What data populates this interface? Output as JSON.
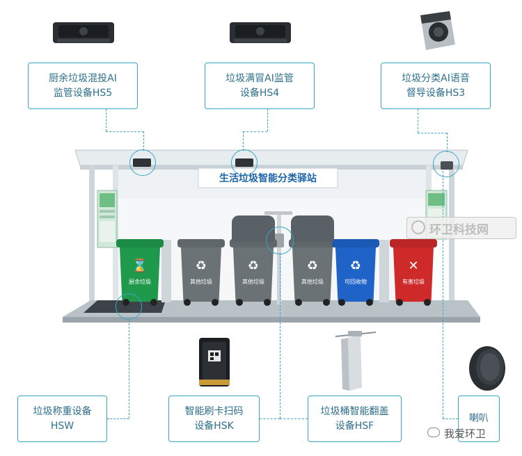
{
  "callouts": {
    "hs5": {
      "line1": "厨余垃圾混投AI",
      "line2": "监管设备HS5"
    },
    "hs4": {
      "line1": "垃圾满冒AI监管",
      "line2": "设备HS4"
    },
    "hs3": {
      "line1": "垃圾分类AI语音",
      "line2": "督导设备HS3"
    },
    "hsw": {
      "line1": "垃圾称重设备",
      "line2": "HSW"
    },
    "hsk": {
      "line1": "智能刷卡扫码",
      "line2": "设备HSK"
    },
    "hsf": {
      "line1": "垃圾桶智能翻盖",
      "line2": "设备HSF"
    },
    "speaker": {
      "line1": "喇叭"
    }
  },
  "station": {
    "sign": "生活垃圾智能分类驿站"
  },
  "bins": [
    {
      "label": "厨余垃圾",
      "color": "#1f9a4c",
      "icon": "hourglass-icon"
    },
    {
      "label": "其他垃圾",
      "color": "#6b7276",
      "icon": "recycle-icon"
    },
    {
      "label": "其他垃圾",
      "color": "#6b7276",
      "icon": "recycle-icon"
    },
    {
      "label": "其他垃圾",
      "color": "#6b7276",
      "icon": "recycle-icon"
    },
    {
      "label": "可回收物",
      "color": "#1f63c9",
      "icon": "recycle-icon"
    },
    {
      "label": "有害垃圾",
      "color": "#cf2a2a",
      "icon": "x-icon"
    }
  ],
  "watermarks": {
    "top": "环卫科技网",
    "bottom": "我爱环卫"
  },
  "colors": {
    "accent": "#3aa6c9",
    "text": "#2d6f8c"
  }
}
